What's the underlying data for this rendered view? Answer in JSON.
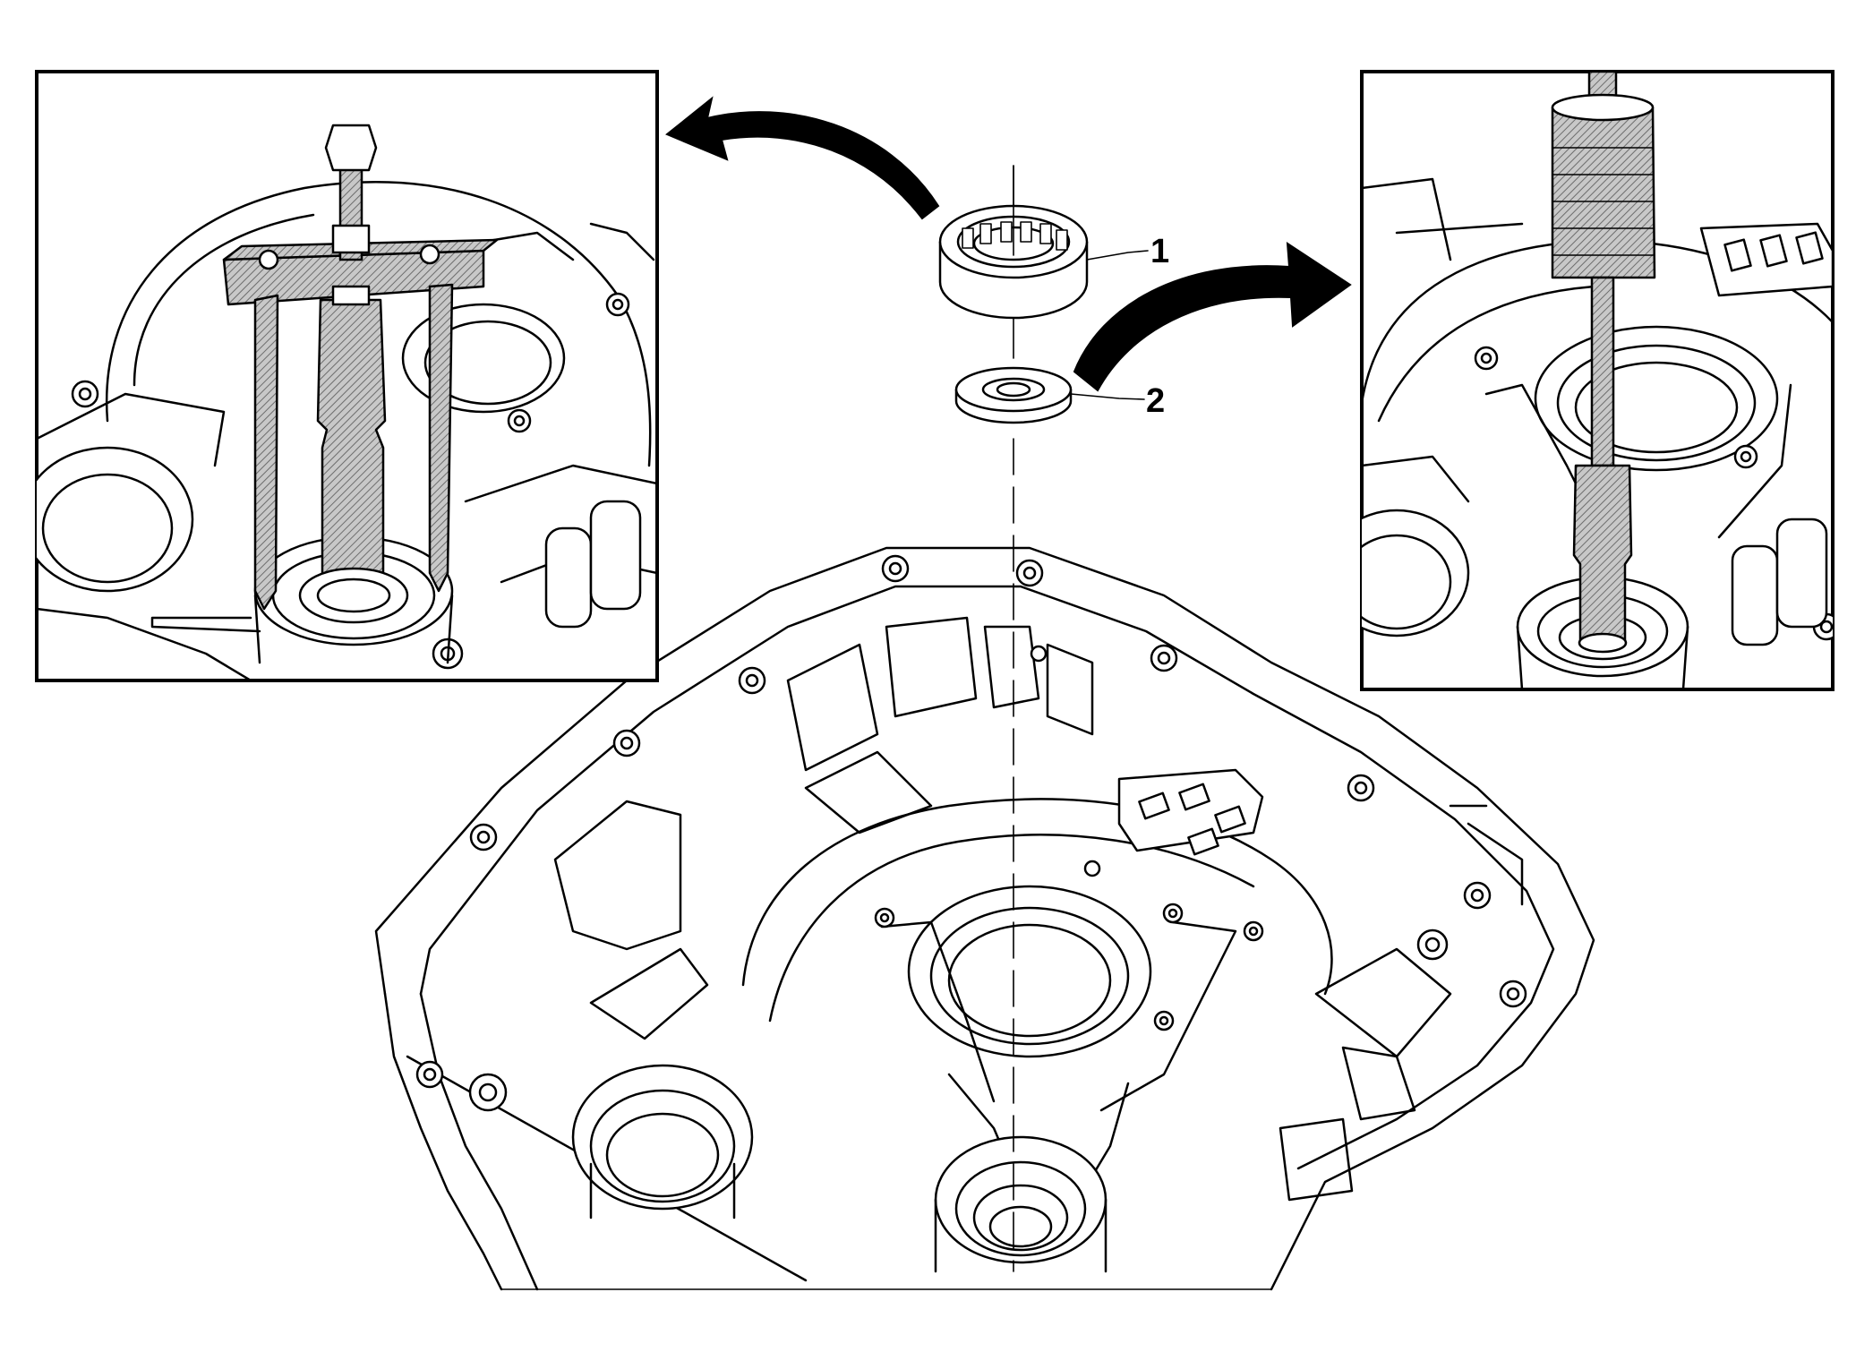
{
  "diagram": {
    "callouts": [
      {
        "id": "1",
        "text": "1",
        "part": "bearing"
      },
      {
        "id": "2",
        "text": "2",
        "part": "washer"
      }
    ],
    "panels": [
      {
        "id": "left",
        "tool": "puller"
      },
      {
        "id": "right",
        "tool": "installer"
      }
    ],
    "colors": {
      "ink": "#000000",
      "paper": "#ffffff",
      "hatch": "#9a9a9a"
    }
  }
}
